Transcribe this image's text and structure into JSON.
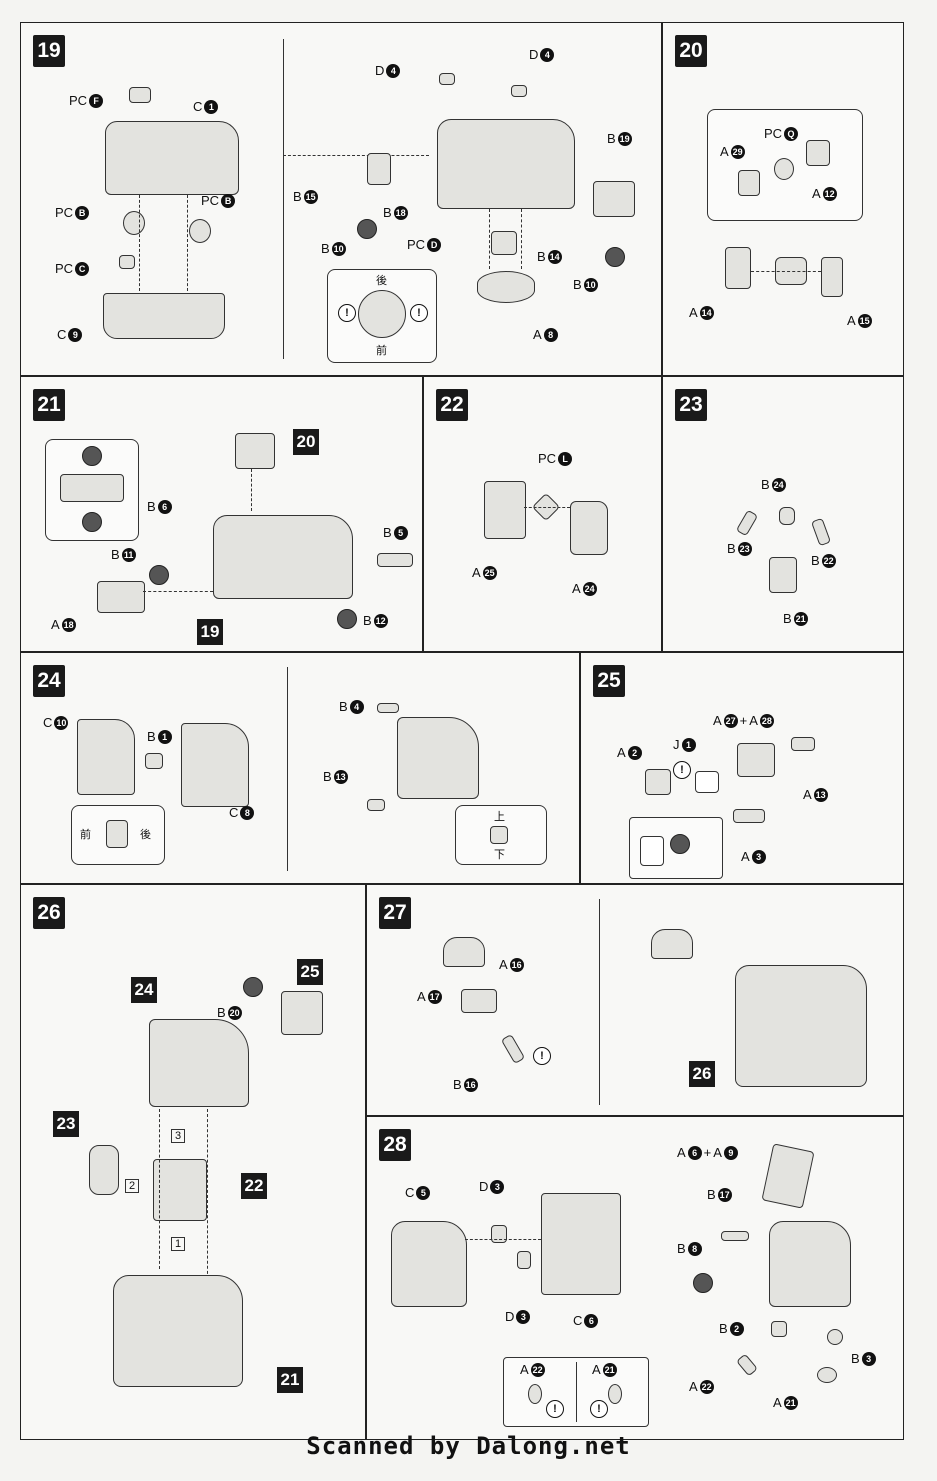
{
  "steps": {
    "s19": {
      "num": "19",
      "labels": [
        "PC",
        "F",
        "C",
        "1",
        "PC",
        "B",
        "PC",
        "B",
        "PC",
        "C",
        "C",
        "9",
        "D",
        "4",
        "D",
        "4",
        "B",
        "19",
        "B",
        "15",
        "B",
        "18",
        "B",
        "10",
        "PC",
        "D",
        "B",
        "14",
        "B",
        "10",
        "A",
        "8"
      ],
      "back": "後",
      "front": "前"
    },
    "s20": {
      "num": "20",
      "labels": [
        "PC",
        "Q",
        "A",
        "29",
        "A",
        "12",
        "A",
        "14",
        "A",
        "15"
      ]
    },
    "s21": {
      "num": "21",
      "ref_top": "20",
      "ref_bottom": "19",
      "labels": [
        "B",
        "6",
        "B",
        "11",
        "B",
        "5",
        "A",
        "18",
        "B",
        "12"
      ]
    },
    "s22": {
      "num": "22",
      "labels": [
        "PC",
        "L",
        "A",
        "25",
        "A",
        "24"
      ]
    },
    "s23": {
      "num": "23",
      "labels": [
        "B",
        "24",
        "B",
        "23",
        "B",
        "22",
        "B",
        "21"
      ]
    },
    "s24": {
      "num": "24",
      "labels": [
        "C",
        "10",
        "B",
        "1",
        "C",
        "8",
        "B",
        "4",
        "B",
        "13"
      ],
      "front": "前",
      "back": "後",
      "up": "上",
      "down": "下"
    },
    "s25": {
      "num": "25",
      "labels": [
        "A",
        "27",
        "+",
        "A",
        "28",
        "A",
        "2",
        "J",
        "1",
        "A",
        "13",
        "A",
        "3"
      ]
    },
    "s26": {
      "num": "26",
      "refs": [
        "24",
        "25",
        "23",
        "22",
        "21"
      ],
      "labels": [
        "B",
        "20"
      ],
      "order": [
        "3",
        "2",
        "1"
      ]
    },
    "s27": {
      "num": "27",
      "ref": "26",
      "labels": [
        "A",
        "17",
        "A",
        "16",
        "B",
        "16"
      ]
    },
    "s28": {
      "num": "28",
      "labels": [
        "C",
        "5",
        "D",
        "3",
        "D",
        "3",
        "C",
        "6",
        "A",
        "6",
        "+",
        "A",
        "9",
        "B",
        "17",
        "B",
        "8",
        "B",
        "2",
        "B",
        "3",
        "A",
        "22",
        "A",
        "21",
        "A",
        "22",
        "A",
        "21"
      ]
    }
  },
  "footer": "Scanned by Dalong.net"
}
